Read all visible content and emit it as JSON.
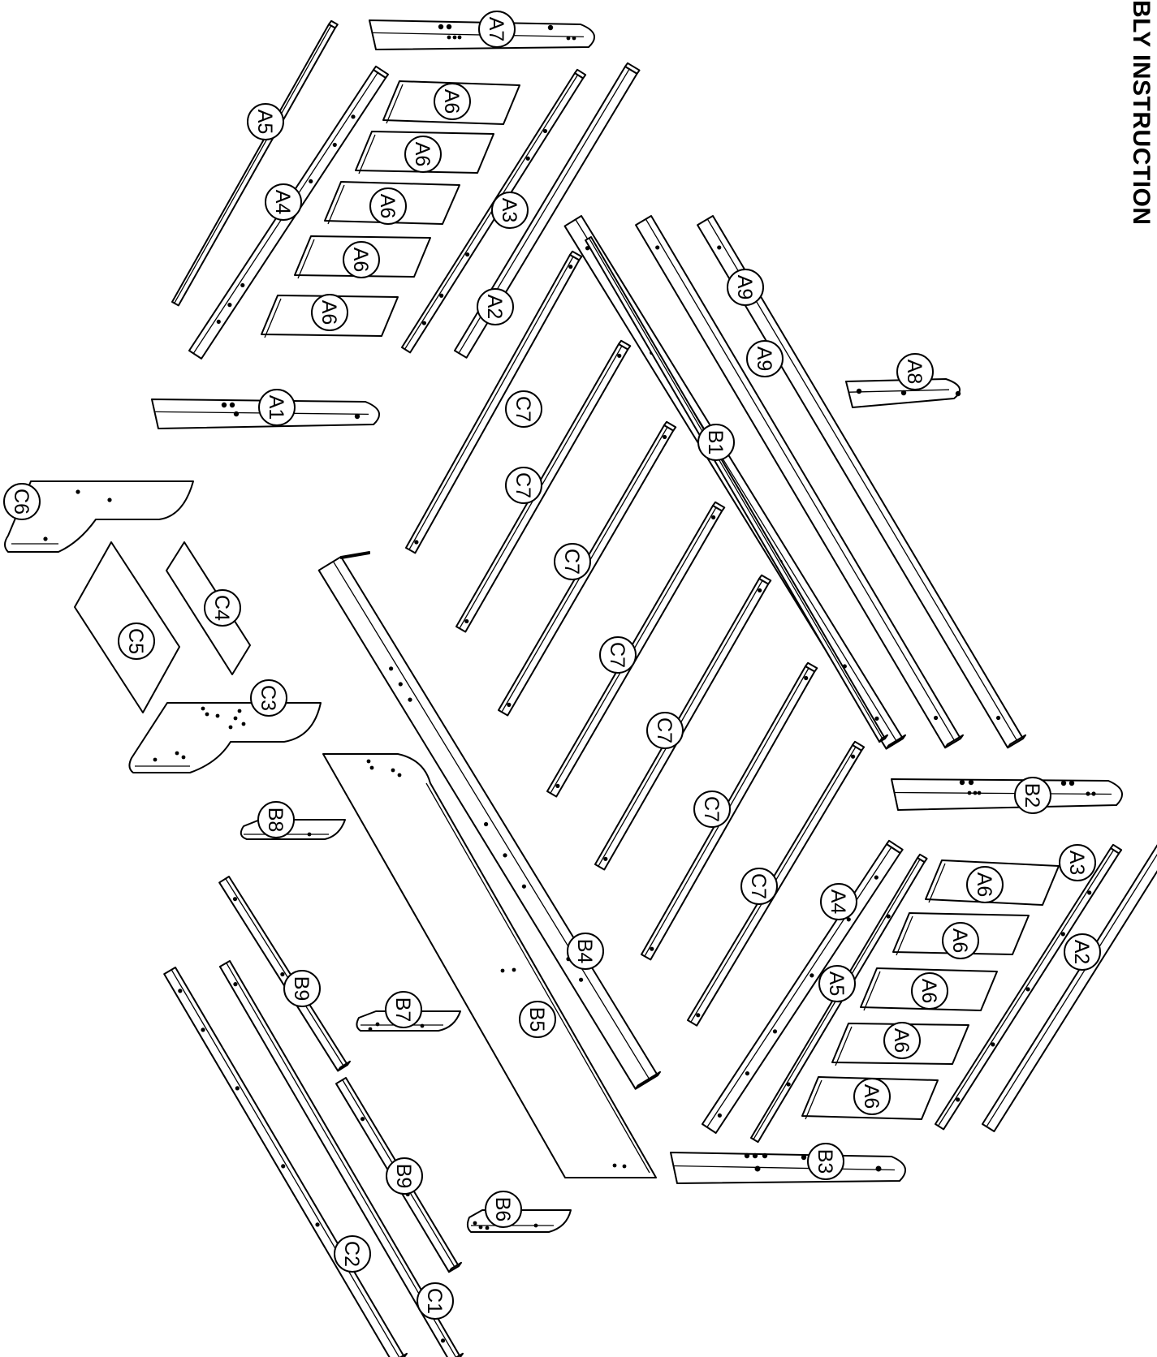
{
  "title": "BLY INSTRUCTION",
  "parts": [
    {
      "id": "a5-top",
      "label": "A5"
    },
    {
      "id": "a4-top",
      "label": "A4"
    },
    {
      "id": "a6-t1",
      "label": "A6"
    },
    {
      "id": "a6-t2",
      "label": "A6"
    },
    {
      "id": "a6-t3",
      "label": "A6"
    },
    {
      "id": "a6-t4",
      "label": "A6"
    },
    {
      "id": "a6-t5",
      "label": "A6"
    },
    {
      "id": "a3-top",
      "label": "A3"
    },
    {
      "id": "a2-top",
      "label": "A2"
    },
    {
      "id": "a7",
      "label": "A7"
    },
    {
      "id": "a1",
      "label": "A1"
    },
    {
      "id": "a9-1",
      "label": "A9"
    },
    {
      "id": "a9-2",
      "label": "A9"
    },
    {
      "id": "a8",
      "label": "A8"
    },
    {
      "id": "b1",
      "label": "B1"
    },
    {
      "id": "c7-1",
      "label": "C7"
    },
    {
      "id": "c7-2",
      "label": "C7"
    },
    {
      "id": "c7-3",
      "label": "C7"
    },
    {
      "id": "c7-4",
      "label": "C7"
    },
    {
      "id": "c7-5",
      "label": "C7"
    },
    {
      "id": "c7-6",
      "label": "C7"
    },
    {
      "id": "c7-7",
      "label": "C7"
    },
    {
      "id": "c6",
      "label": "C6"
    },
    {
      "id": "c5",
      "label": "C5"
    },
    {
      "id": "c4",
      "label": "C4"
    },
    {
      "id": "c3",
      "label": "C3"
    },
    {
      "id": "b4",
      "label": "B4"
    },
    {
      "id": "b5",
      "label": "B5"
    },
    {
      "id": "b2",
      "label": "B2"
    },
    {
      "id": "b8",
      "label": "B8"
    },
    {
      "id": "b9-1",
      "label": "B9"
    },
    {
      "id": "b9-2",
      "label": "B9"
    },
    {
      "id": "b7",
      "label": "B7"
    },
    {
      "id": "b6",
      "label": "B6"
    },
    {
      "id": "c2",
      "label": "C2"
    },
    {
      "id": "c1",
      "label": "C1"
    },
    {
      "id": "a4-bot",
      "label": "A4"
    },
    {
      "id": "a5-bot",
      "label": "A5"
    },
    {
      "id": "a6-b1",
      "label": "A6"
    },
    {
      "id": "a6-b2",
      "label": "A6"
    },
    {
      "id": "a6-b3",
      "label": "A6"
    },
    {
      "id": "a6-b4",
      "label": "A6"
    },
    {
      "id": "a6-b5",
      "label": "A6"
    },
    {
      "id": "a3-bot",
      "label": "A3"
    },
    {
      "id": "a2-bot",
      "label": "A2"
    },
    {
      "id": "b3",
      "label": "B3"
    }
  ]
}
